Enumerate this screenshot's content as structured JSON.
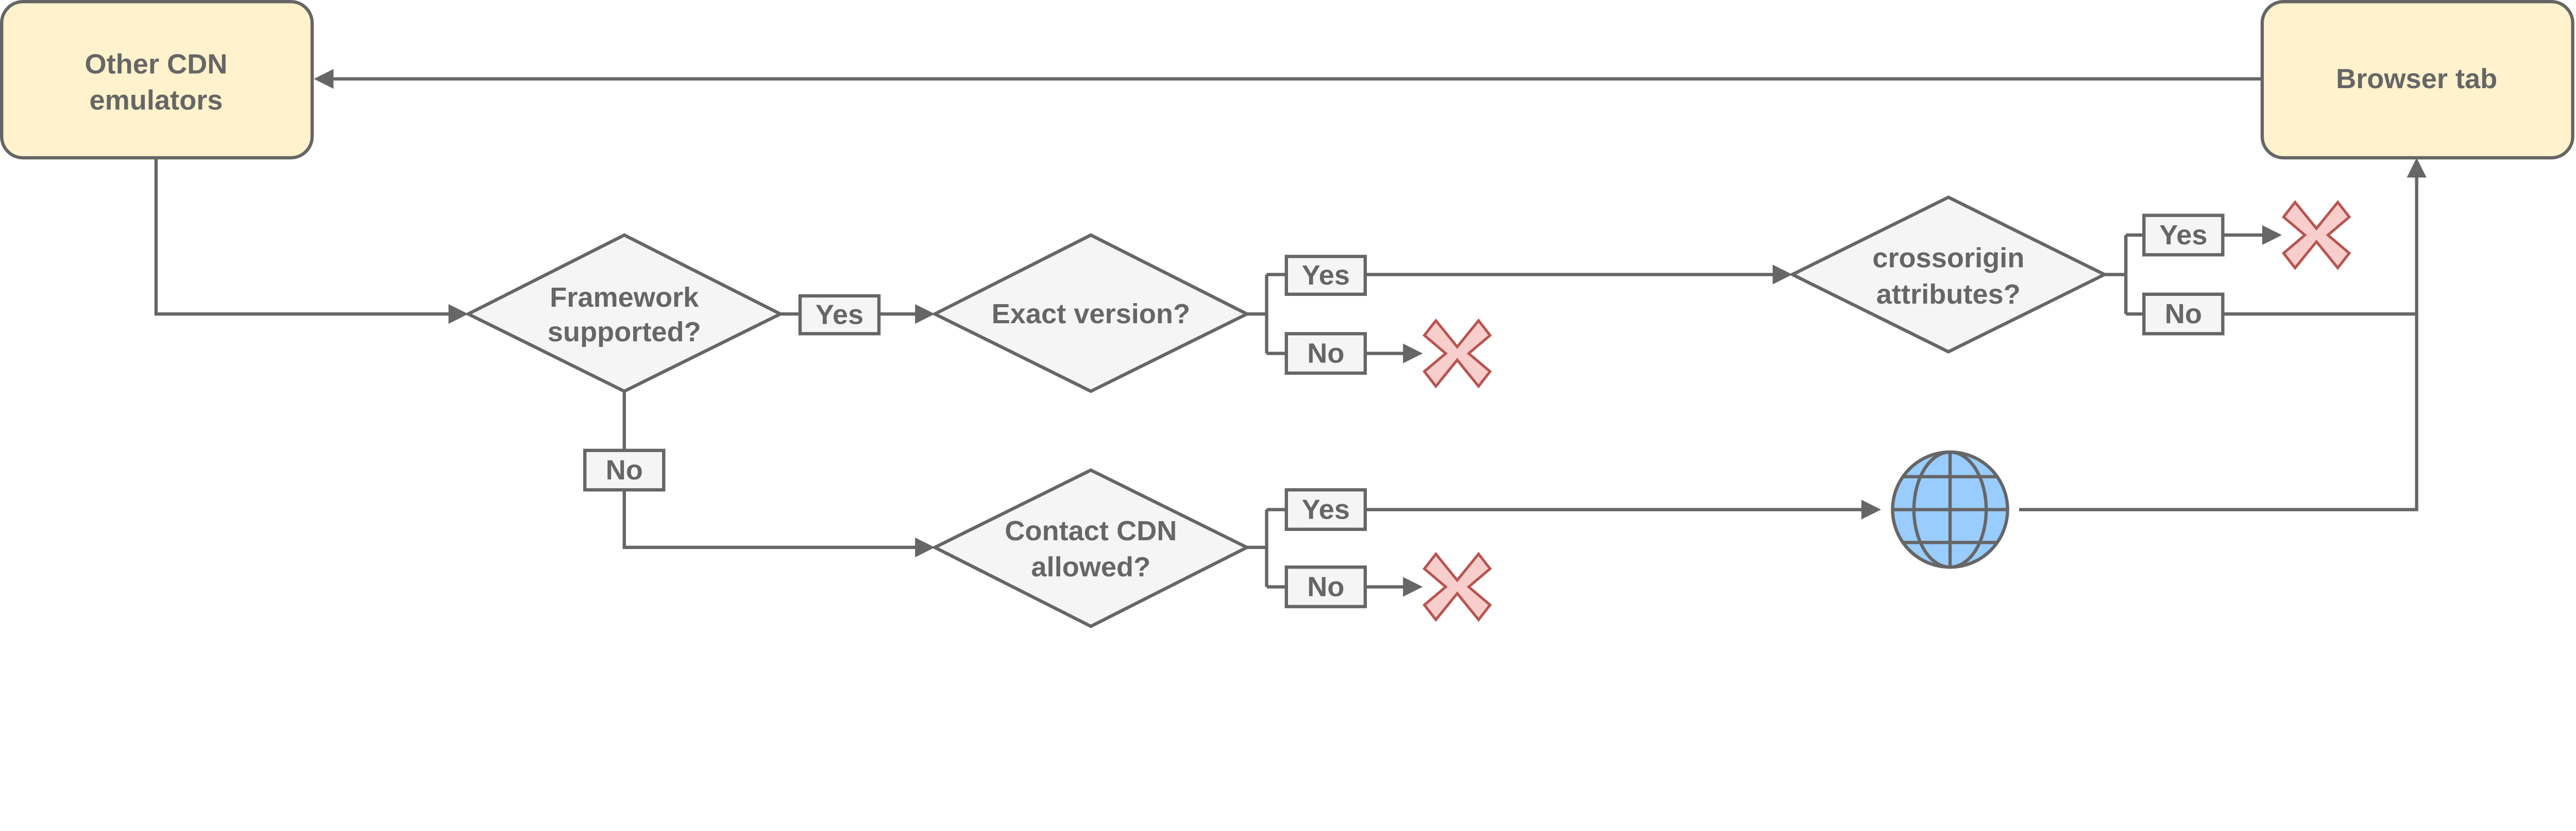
{
  "nodes": {
    "other_cdn": "Other CDN emulators",
    "other_cdn_lines": [
      "Other CDN",
      "emulators"
    ],
    "browser_tab": "Browser tab",
    "framework_lines": [
      "Framework",
      "supported?"
    ],
    "exact_version": "Exact version?",
    "crossorigin_lines": [
      "crossorigin",
      "attributes?"
    ],
    "contact_lines": [
      "Contact CDN",
      "allowed?"
    ]
  },
  "labels": {
    "yes": "Yes",
    "no": "No"
  },
  "icons": {
    "reject": "x-mark-icon",
    "internet": "globe-icon"
  },
  "colors": {
    "terminal_fill": "#fff2cc",
    "decision_fill": "#f5f5f5",
    "stroke": "#666666",
    "reject_fill": "#f8cecc",
    "reject_stroke": "#b85450",
    "globe_fill": "#99ccff"
  }
}
